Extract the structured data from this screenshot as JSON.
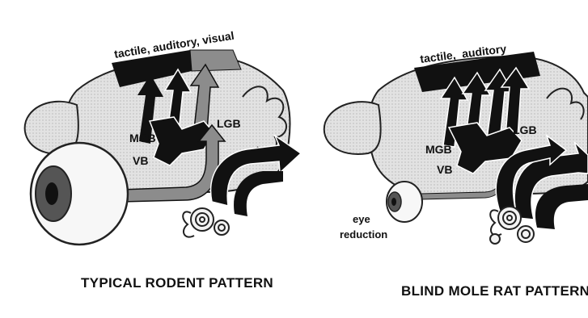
{
  "panels": [
    {
      "caption": "TYPICAL RODENT PATTERN",
      "cortex_label": "tactile, auditory, visual",
      "nuclei": [
        "MGB",
        "VB",
        "LGB"
      ]
    },
    {
      "caption": "BLIND MOLE RAT PATTERN",
      "cortex_label": "tactile,  auditory",
      "nuclei": [
        "MGB",
        "VB",
        "LGB"
      ],
      "eye_label_line1": "eye",
      "eye_label_line2": "reduction"
    }
  ],
  "colors": {
    "brain_fill": "#dcdcdc",
    "pathway_black": "#111111",
    "visual_gray": "#8c8c8c",
    "eye_iris": "#555555"
  }
}
